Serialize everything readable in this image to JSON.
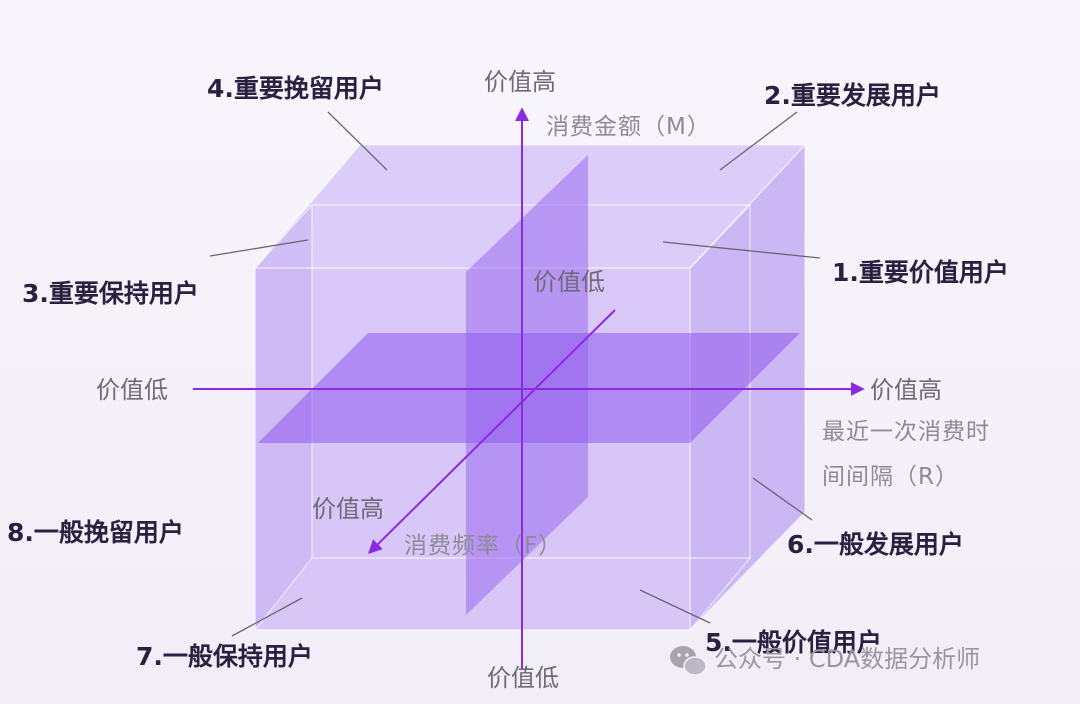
{
  "segments": {
    "s1": "1.重要价值用户",
    "s2": "2.重要发展用户",
    "s3": "3.重要保持用户",
    "s4": "4.重要挽留用户",
    "s5": "5.一般价值用户",
    "s6": "6.一般发展用户",
    "s7": "7.一般保持用户",
    "s8": "8.一般挽留用户"
  },
  "axes": {
    "m": {
      "name": "消费金额（M）",
      "high": "价值高",
      "low": "价值低"
    },
    "r": {
      "name_line1": "最近一次消费时",
      "name_line2": "间间隔（R）",
      "high": "价值高",
      "low": "价值低"
    },
    "f": {
      "name": "消费频率（F）",
      "high": "价值高",
      "low": "价值低"
    }
  },
  "watermark": "公众号 · CDA数据分析师",
  "colors": {
    "cube_fill": "#c9b3f5",
    "plane_fill": "#9b6cf0",
    "axis": "#8a2be2",
    "text_dark": "#2a2140"
  }
}
